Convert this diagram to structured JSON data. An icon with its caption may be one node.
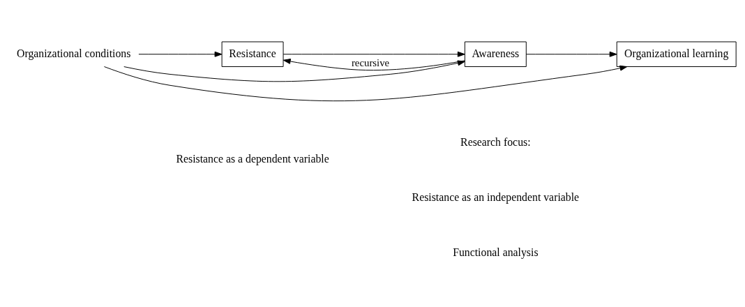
{
  "diagram": {
    "nodes": [
      {
        "text": [
          "Organizational conditions"
        ]
      },
      {
        "text": [
          "Resistance"
        ]
      },
      {
        "text": [
          "Awareness"
        ]
      },
      {
        "text": [
          "Organizational learning"
        ]
      }
    ],
    "edges": [
      {
        "from": 0,
        "to": 1,
        "arrow": "to"
      },
      {
        "from": 1,
        "to": 2,
        "arrow": "to"
      },
      {
        "from": 2,
        "to": 3,
        "arrow": "to"
      },
      {
        "from": 2,
        "to": 1,
        "arrow": "to",
        "label": "recursive"
      },
      {
        "from": 0,
        "to": 2,
        "arrow": "to"
      },
      {
        "from": 0,
        "to": 3,
        "arrow": "to"
      }
    ],
    "labels": [
      "Research focus:",
      "Resistance as an independent variable",
      "Functional analysis",
      "Resistance as a dependent variable"
    ]
  }
}
